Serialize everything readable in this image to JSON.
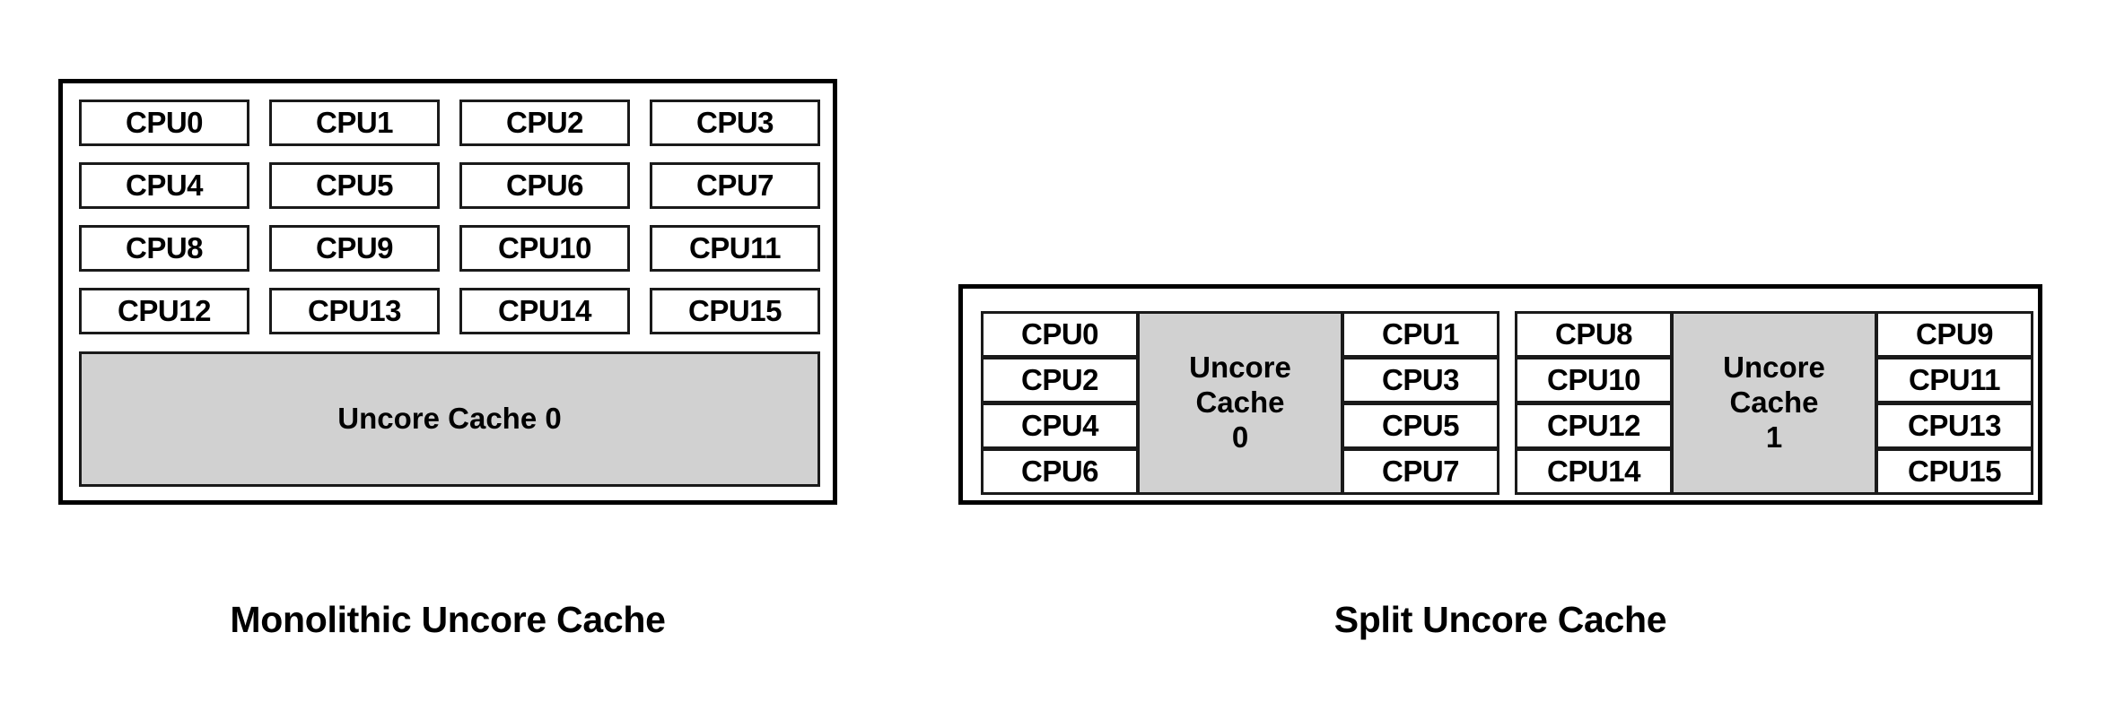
{
  "page": {
    "background": "#ffffff",
    "box_border_color": "#1a1a1a",
    "frame_border_color": "#000000",
    "cache_fill_color": "#d1d1d1",
    "text_color": "#000000"
  },
  "diagrams": [
    {
      "id": "monolithic",
      "caption": "Monolithic Uncore Cache",
      "cpu_rows": [
        [
          "CPU0",
          "CPU1",
          "CPU2",
          "CPU3"
        ],
        [
          "CPU4",
          "CPU5",
          "CPU6",
          "CPU7"
        ],
        [
          "CPU8",
          "CPU9",
          "CPU10",
          "CPU11"
        ],
        [
          "CPU12",
          "CPU13",
          "CPU14",
          "CPU15"
        ]
      ],
      "cache_label": "Uncore Cache 0"
    },
    {
      "id": "split",
      "caption": "Split Uncore Cache",
      "groups": [
        {
          "cache_label_line1": "Uncore",
          "cache_label_line2": "Cache",
          "cache_label_line3": "0",
          "left_column": [
            "CPU0",
            "CPU2",
            "CPU4",
            "CPU6"
          ],
          "right_column": [
            "CPU1",
            "CPU3",
            "CPU5",
            "CPU7"
          ]
        },
        {
          "cache_label_line1": "Uncore",
          "cache_label_line2": "Cache",
          "cache_label_line3": "1",
          "left_column": [
            "CPU8",
            "CPU10",
            "CPU12",
            "CPU14"
          ],
          "right_column": [
            "CPU9",
            "CPU11",
            "CPU13",
            "CPU15"
          ]
        }
      ]
    }
  ]
}
